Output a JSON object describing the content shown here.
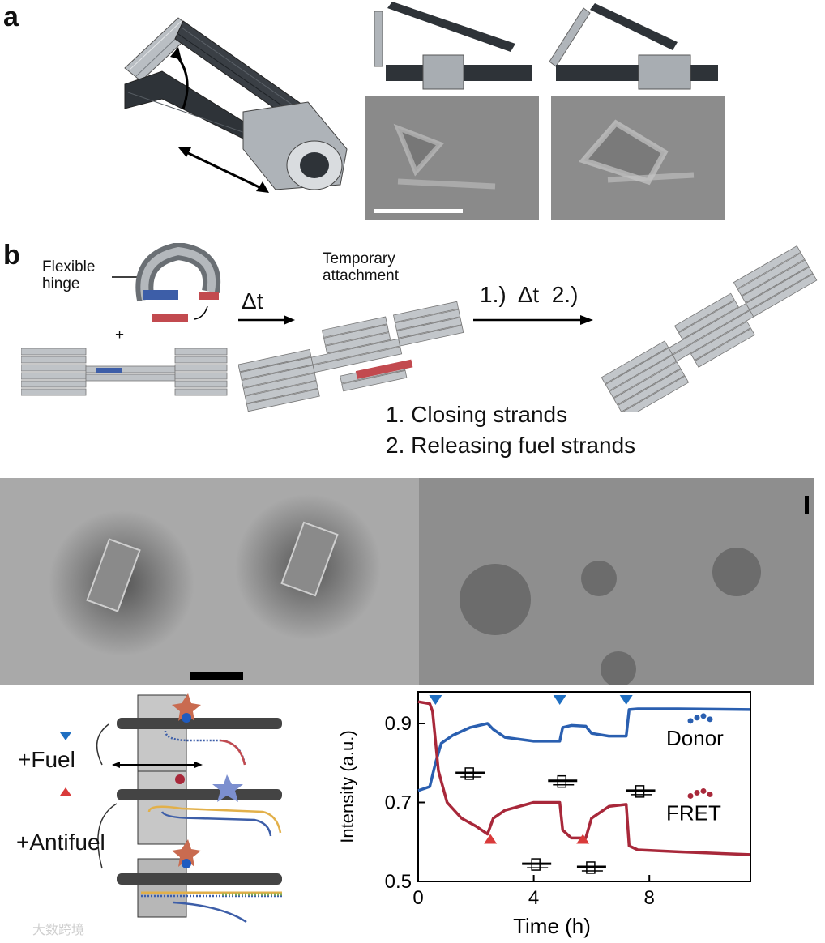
{
  "figure": {
    "panel_a": {
      "letter": "a"
    },
    "panel_b": {
      "letter": "b",
      "flexible_hinge": "Flexible\nhinge",
      "plus": "+",
      "delta_t": "Δt",
      "temporary_attachment": "Temporary\nattachment",
      "step_arrow_label": "1.)  Δt  2.)",
      "step1": "1. Closing strands",
      "step2": "2. Releasing fuel strands"
    },
    "panel_c": {
      "fuel_label": "+Fuel",
      "antifuel_label": "+Antifuel"
    },
    "watermark": "大数跨境",
    "colors": {
      "donor": "#2a5fb0",
      "fret": "#a8283a",
      "fuel_marker": "#1f6fc2",
      "antifuel_marker": "#d93a3a",
      "gray_rod": "#9ea3a8",
      "dark_rod": "#2b2f33"
    }
  },
  "chart_data": {
    "type": "line",
    "xlabel": "Time (h)",
    "ylabel": "Intensity (a.u.)",
    "xlim": [
      0,
      11.5
    ],
    "ylim": [
      0.5,
      0.98
    ],
    "xticks": [
      0,
      4,
      8
    ],
    "yticks": [
      0.5,
      0.7,
      0.9
    ],
    "legend": [
      "Donor",
      "FRET"
    ],
    "series": [
      {
        "name": "Donor",
        "x": [
          0,
          0.4,
          0.6,
          0.8,
          1.2,
          1.8,
          2.4,
          2.6,
          3.0,
          4.0,
          4.9,
          5.0,
          5.3,
          5.8,
          6.0,
          6.6,
          7.2,
          7.3,
          7.6,
          9,
          11.5
        ],
        "y": [
          0.73,
          0.74,
          0.8,
          0.85,
          0.87,
          0.89,
          0.9,
          0.885,
          0.865,
          0.855,
          0.855,
          0.89,
          0.895,
          0.893,
          0.875,
          0.868,
          0.868,
          0.935,
          0.937,
          0.937,
          0.935
        ]
      },
      {
        "name": "FRET",
        "x": [
          0,
          0.4,
          0.5,
          0.7,
          1.0,
          1.5,
          2.0,
          2.4,
          2.6,
          3.0,
          4.0,
          4.9,
          5.0,
          5.3,
          5.8,
          6.0,
          6.6,
          7.2,
          7.3,
          7.6,
          9,
          11.5
        ],
        "y": [
          0.955,
          0.95,
          0.93,
          0.78,
          0.7,
          0.66,
          0.64,
          0.62,
          0.66,
          0.68,
          0.7,
          0.7,
          0.63,
          0.61,
          0.61,
          0.66,
          0.69,
          0.695,
          0.59,
          0.58,
          0.575,
          0.568
        ]
      }
    ],
    "markers": [
      {
        "type": "fuel",
        "x": 0.6
      },
      {
        "type": "antifuel",
        "x": 2.5
      },
      {
        "type": "fuel",
        "x": 4.9
      },
      {
        "type": "antifuel",
        "x": 5.7
      },
      {
        "type": "fuel",
        "x": 7.2
      }
    ]
  }
}
